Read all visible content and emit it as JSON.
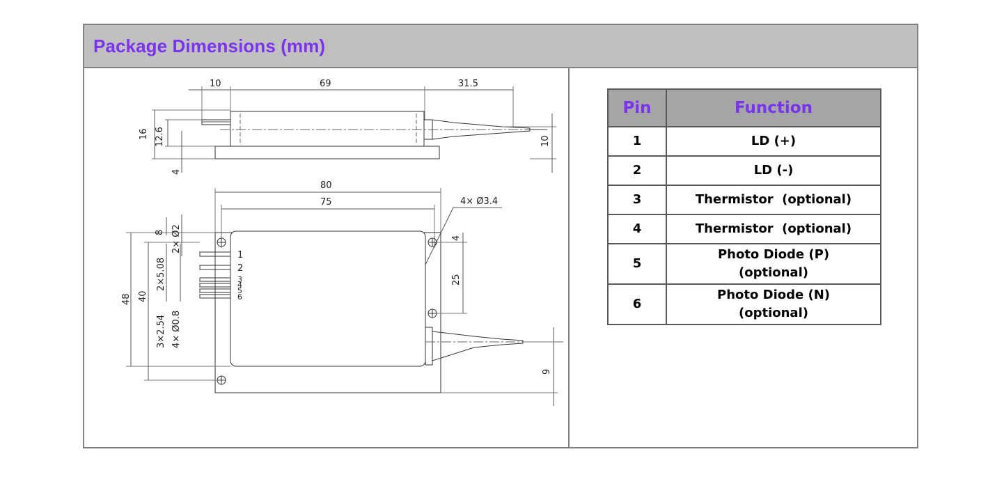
{
  "header": {
    "title": "Package Dimensions (mm)"
  },
  "table": {
    "columns": [
      "Pin",
      "Function"
    ],
    "rows": [
      {
        "pin": "1",
        "function": "LD (+)"
      },
      {
        "pin": "2",
        "function": "LD (-)"
      },
      {
        "pin": "3",
        "function": "Thermistor  (optional)"
      },
      {
        "pin": "4",
        "function": "Thermistor  (optional)"
      },
      {
        "pin": "5",
        "function_line1": "Photo Diode (P)",
        "function_line2": "(optional)"
      },
      {
        "pin": "6",
        "function_line1": "Photo Diode (N)",
        "function_line2": "(optional)"
      }
    ]
  },
  "drawing": {
    "side_view": {
      "dim_top_1": "10",
      "dim_top_2": "69",
      "dim_top_3": "31.5",
      "dim_left_1": "16",
      "dim_left_2": "12.6",
      "dim_left_3": "4",
      "dim_right": "10"
    },
    "top_view": {
      "dim_width_outer": "80",
      "dim_width_inner": "75",
      "hole_callout": "4× Ø3.4",
      "dim_8": "8",
      "dim_2d2": "2× Ø2",
      "dim_right_4": "4",
      "dim_right_25": "25",
      "dim_right_9": "9",
      "dim_48": "48",
      "dim_40": "40",
      "dim_pitch_508": "2×5.08",
      "dim_pitch_254": "3×2.54",
      "dim_pin_dia": "4× Ø0.8",
      "pin_labels": [
        "1",
        "2",
        "3",
        "4",
        "5",
        "6"
      ]
    }
  },
  "colors": {
    "header_bg": "#c0c0c0",
    "title_purple": "#7a33ee",
    "table_header_bg": "#a6a6a6",
    "border_gray": "#7f7f7f"
  }
}
